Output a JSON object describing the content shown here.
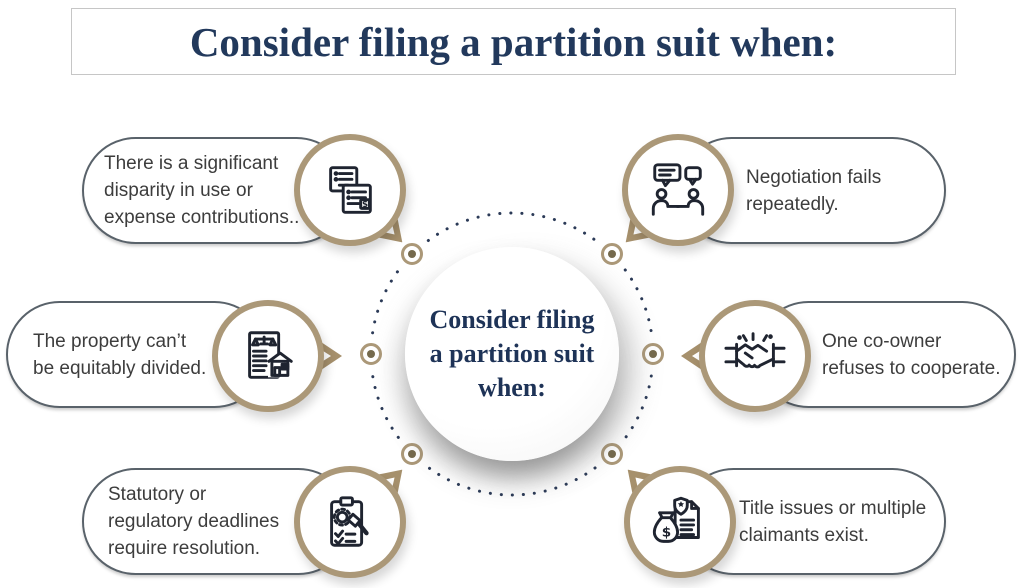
{
  "title": "Consider filing a partition suit when:",
  "center": {
    "text": "Consider filing\na partition suit\nwhen:"
  },
  "items": [
    {
      "position": "top-left",
      "text": "There is a significant\ndisparity in use or\nexpense contributions..",
      "icon": "invoice-receipts-icon"
    },
    {
      "position": "top-right",
      "text": "Negotiation fails\nrepeatedly.",
      "icon": "negotiation-chat-icon"
    },
    {
      "position": "middle-left",
      "text": "The property can’t\nbe equitably divided.",
      "icon": "scale-house-document-icon"
    },
    {
      "position": "middle-right",
      "text": "One co-owner\nrefuses to cooperate.",
      "icon": "handshake-icon"
    },
    {
      "position": "bottom-left",
      "text": "Statutory or\nregulatory deadlines\nrequire resolution.",
      "icon": "clipboard-gavel-icon"
    },
    {
      "position": "bottom-right",
      "text": "Title issues or multiple\nclaimants exist.",
      "icon": "money-bag-document-icon"
    }
  ],
  "colors": {
    "navy_text": "#22395c",
    "center_text": "#1e3357",
    "tan_circle": "#ab9878",
    "tan_tail": "#a6906c",
    "pill_border": "#59626a",
    "body_text": "#3d3d3d",
    "ring_dot": "#2b3a57",
    "marker_center_dot": "#756a4d",
    "title_border": "#c6c6c6",
    "icon_stroke": "#1f2430"
  }
}
